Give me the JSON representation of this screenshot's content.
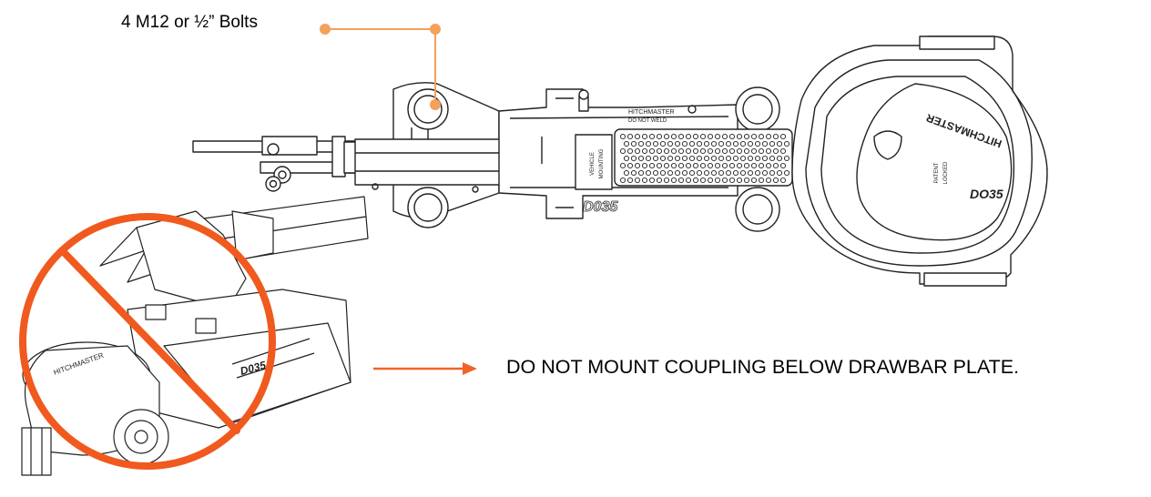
{
  "callout": {
    "label": "4 M12 or ½” Bolts",
    "color": "#f4a15a"
  },
  "warning": {
    "text": "DO NOT MOUNT COUPLING BELOW DRAWBAR PLATE.",
    "arrow_color": "#f06428"
  },
  "prohibition": {
    "symbol": "no-symbol-icon",
    "color": "#f05a1e"
  },
  "coupling": {
    "brand_text": "HITCHMASTER",
    "model_text": "DO35"
  },
  "colors": {
    "line_art": "#222222",
    "background": "#ffffff"
  }
}
